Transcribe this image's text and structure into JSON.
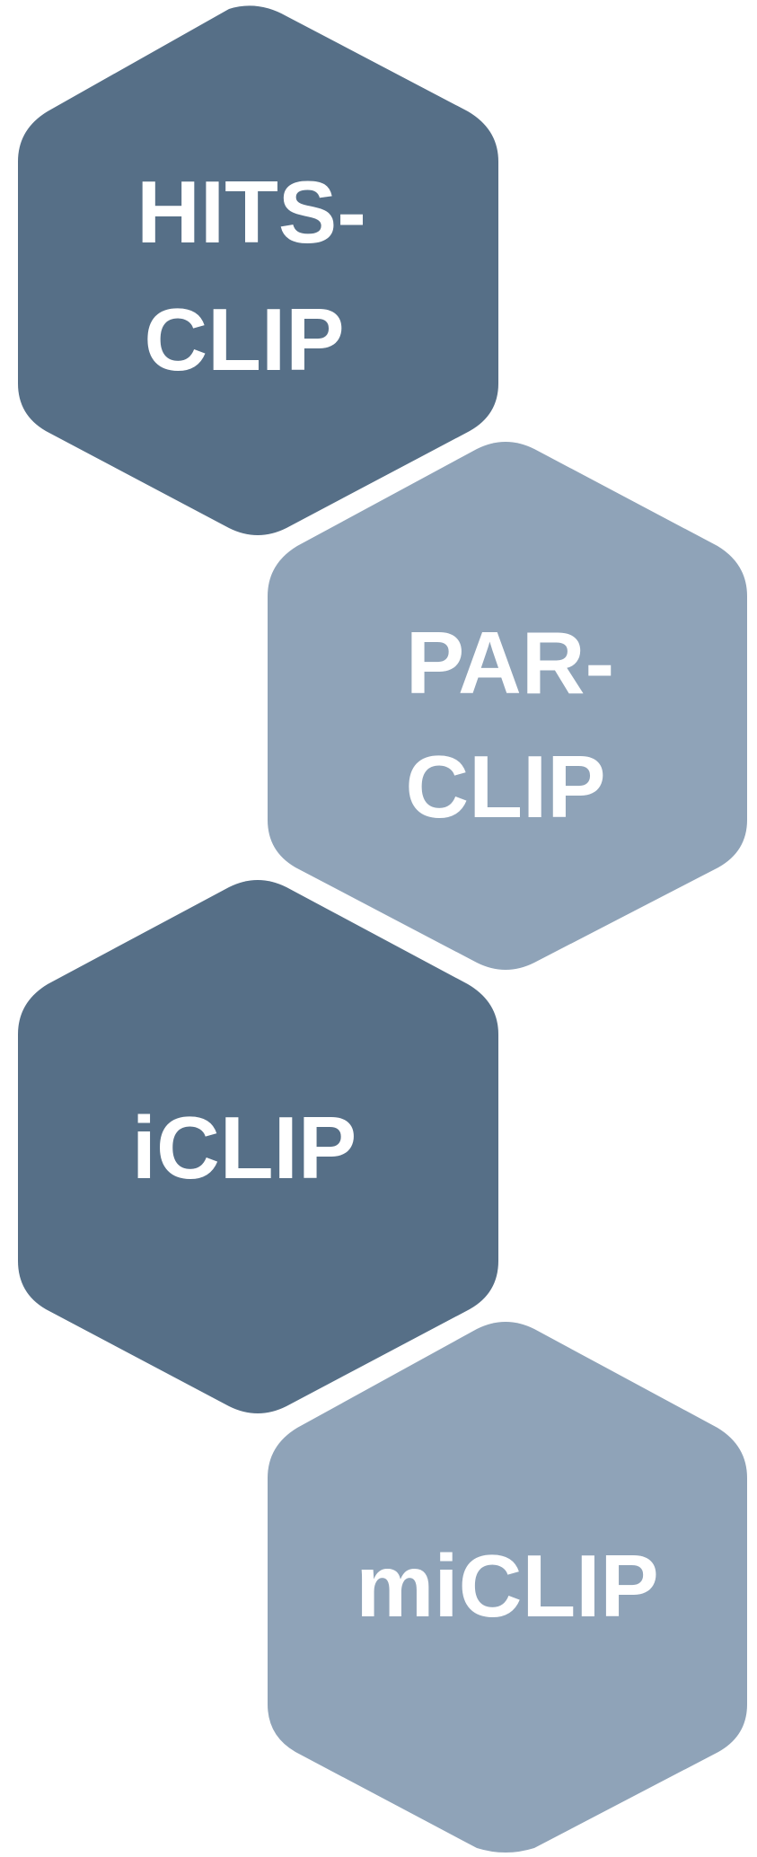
{
  "colors": {
    "dark_hex": "#566f87",
    "light_hex": "#8fa3b8",
    "label": "#ffffff",
    "background": "#ffffff"
  },
  "methods": [
    {
      "lines": [
        "HITS-",
        "CLIP"
      ],
      "shade": "dark"
    },
    {
      "lines": [
        "PAR-",
        "CLIP"
      ],
      "shade": "light"
    },
    {
      "lines": [
        "iCLIP"
      ],
      "shade": "dark"
    },
    {
      "lines": [
        "miCLIP"
      ],
      "shade": "light"
    }
  ]
}
